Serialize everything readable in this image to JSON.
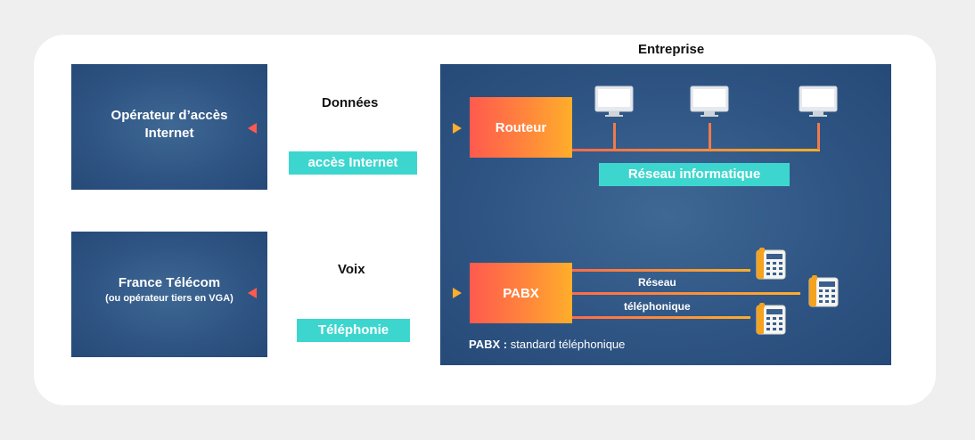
{
  "left": {
    "operator": {
      "line1": "Opérateur d’accès",
      "line2": "Internet"
    },
    "telecom": {
      "line1": "France Télécom",
      "line2": "(ou opérateur tiers en VGA)"
    }
  },
  "links": {
    "data_label": "Données",
    "data_tag": "accès Internet",
    "voice_label": "Voix",
    "voice_tag": "Téléphonie"
  },
  "enterprise": {
    "title": "Entreprise",
    "router": "Routeur",
    "network_tag": "Réseau informatique",
    "pabx": "PABX",
    "phone_net_line1": "Réseau",
    "phone_net_line2": "téléphonique",
    "footnote_bold": "PABX :",
    "footnote_rest": " standard téléphonique"
  },
  "colors": {
    "navy": "#2f5584",
    "teal": "#3dd6cf",
    "orange_start": "#ff5a4e",
    "orange_end": "#ffae2a"
  },
  "icons": [
    "monitor-icon",
    "desk-phone-icon",
    "double-arrow-icon"
  ]
}
